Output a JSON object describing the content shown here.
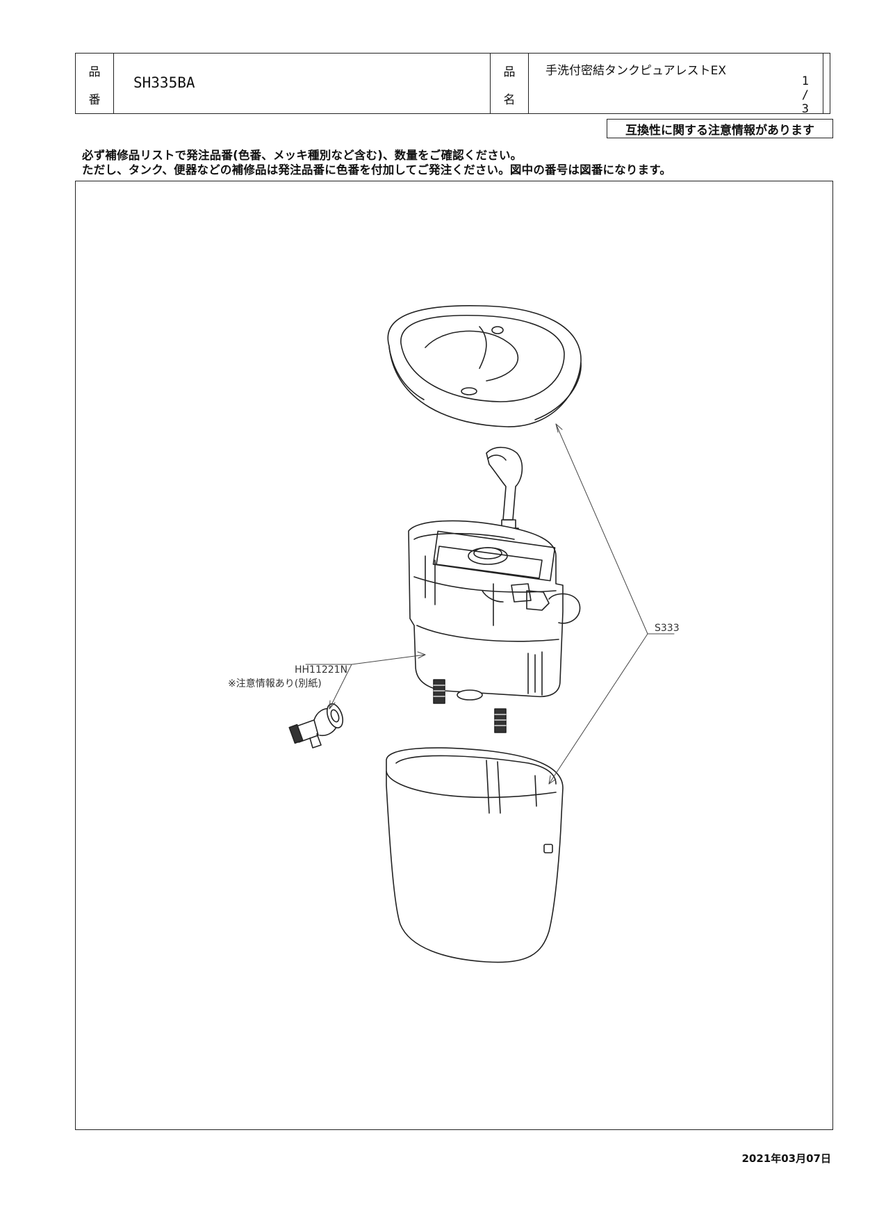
{
  "header": {
    "label_hinban_1": "品",
    "label_hinban_2": "番",
    "part_number": "SH335BA",
    "label_hinmei_1": "品",
    "label_hinmei_2": "名",
    "product_name": "手洗付密結タンクピュアレストEX",
    "page": "1 / 3"
  },
  "notice": "互換性に関する注意情報があります",
  "instructions": [
    "必ず補修品リストで発注品番(色番、メッキ種別など含む)、数量をご確認ください。",
    "ただし、タンク、便器などの補修品は発注品番に色番を付加してご発注ください。図中の番号は図番になります。"
  ],
  "callouts": {
    "s333": "S333",
    "hh11221n": "HH11221N",
    "hh_note": "※注意情報あり(別紙)"
  },
  "date": "2021年03月07日"
}
